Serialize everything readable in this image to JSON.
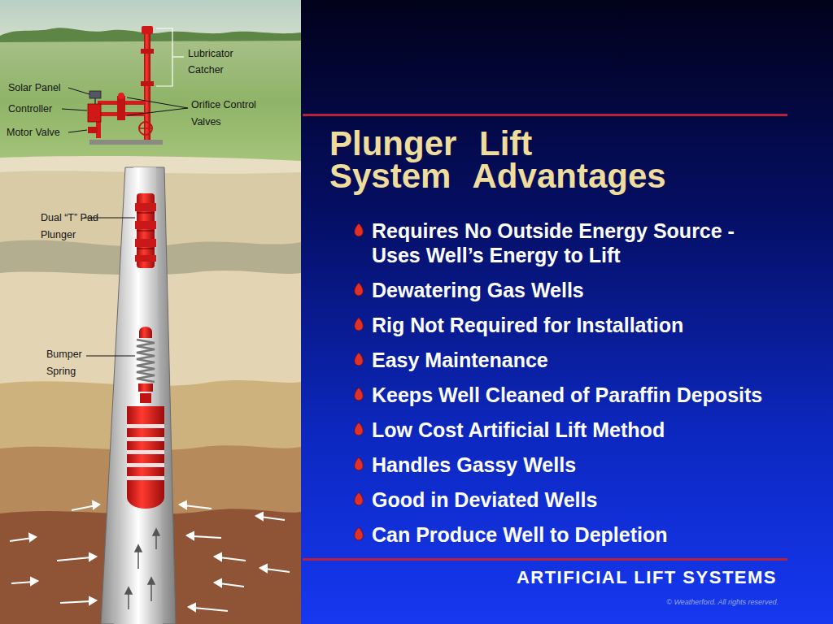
{
  "diagram": {
    "title": "Plunger Lift System Advantages",
    "labels": [
      "Lubricator",
      "Catcher",
      "Solar Panel",
      "Controller",
      "Orifice Control Valves",
      "Motor Valve",
      "Dual “T” Pad Plunger",
      "Bumper Spring",
      "Requires No Outside Energy Source - Uses Well’s Energy to Lift",
      "Dewatering Gas Wells",
      "Rig Not Required for Installation",
      "Easy Maintenance",
      "Keeps Well Cleaned of Paraffin Deposits",
      "Low Cost Artificial Lift Method",
      "Handles Gassy Wells",
      "Good in Deviated Wells",
      "Can Produce Well to Depletion",
      "ARTIFICIAL LIFT SYSTEMS",
      "© Weatherford. All rights reserved."
    ]
  }
}
